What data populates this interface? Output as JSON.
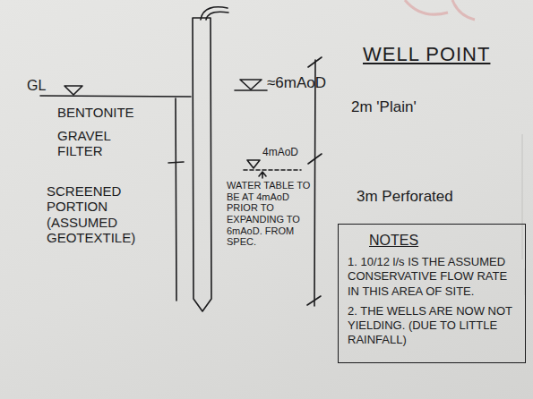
{
  "diagram": {
    "title": "WELL POINT",
    "nodes": [
      {
        "text": [
          "NOTES",
          "1. 10/12 l/s IS THE ASSUMED CONSERVATIVE FLOW RATE IN THIS AREA OF SITE.",
          "2. THE WELLS ARE NOW NOT YIELDING. (DUE TO LITTLE RAINFALL)"
        ]
      }
    ],
    "labels": [
      "≈6mAoD",
      "GL",
      "BENTONITE",
      "GRAVEL FILTER",
      "SCREENED PORTION (ASSUMED GEOTEXTILE)",
      "2m 'Plain'",
      "4mAoD",
      "WATER TABLE TO BE AT 4mAoD PRIOR TO EXPANDING TO 6mAoD. FROM SPEC.",
      "3m Perforated"
    ]
  }
}
